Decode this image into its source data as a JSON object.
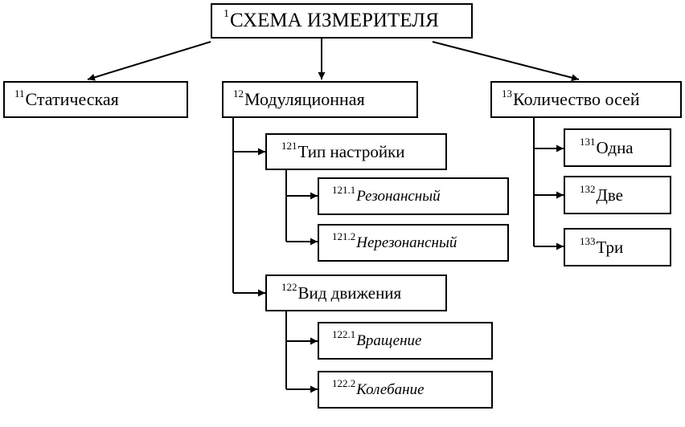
{
  "root": {
    "code": "1",
    "label": "СХЕМА ИЗМЕРИТЕЛЯ"
  },
  "static": {
    "code": "11",
    "label": "Статическая"
  },
  "modulation": {
    "code": "12",
    "label": "Модуляционная",
    "tuning": {
      "code": "121",
      "label": "Тип настройки",
      "resonant": {
        "code": "121.1",
        "label": "Резонансный"
      },
      "nonresonant": {
        "code": "121.2",
        "label": "Нерезонансный"
      }
    },
    "motion": {
      "code": "122",
      "label": "Вид движения",
      "rotation": {
        "code": "122.1",
        "label": "Вращение"
      },
      "oscillation": {
        "code": "122.2",
        "label": "Колебание"
      }
    }
  },
  "axes": {
    "code": "13",
    "label": "Количество осей",
    "one": {
      "code": "131",
      "label": "Одна"
    },
    "two": {
      "code": "132",
      "label": "Две"
    },
    "three": {
      "code": "133",
      "label": "Три"
    }
  }
}
